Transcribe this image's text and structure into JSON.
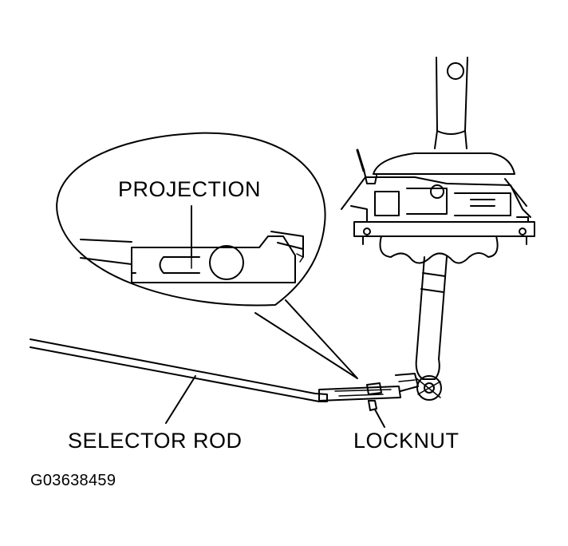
{
  "labels": {
    "projection": "PROJECTION",
    "selector_rod": "SELECTOR ROD",
    "locknut": "LOCKNUT",
    "figure_id": "G03638459"
  },
  "colors": {
    "ink": "#000000",
    "background": "#ffffff",
    "shade": "#d6d6d6"
  }
}
